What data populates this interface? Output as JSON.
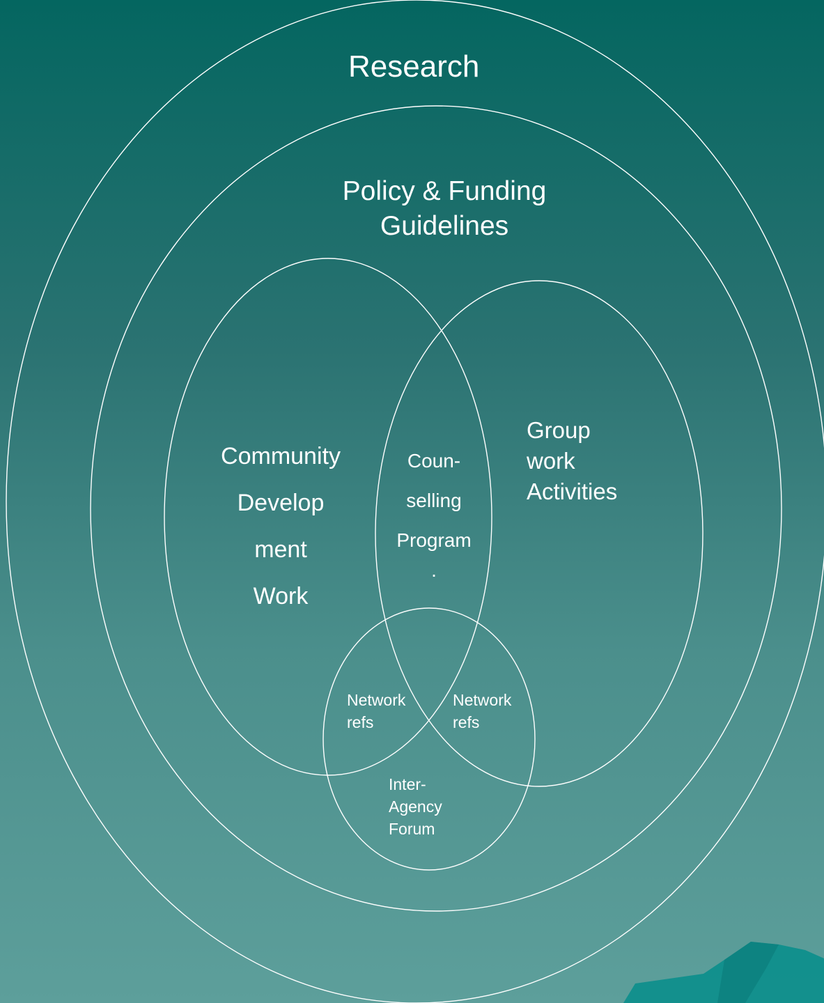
{
  "outer_ring": {
    "label": "Research"
  },
  "inner_ring": {
    "label_line1": "Policy & Funding",
    "label_line2": "Guidelines"
  },
  "left_ellipse": {
    "lines": [
      "Community",
      "Develop",
      "ment",
      "Work"
    ]
  },
  "right_ellipse": {
    "lines": [
      "Group",
      "work",
      "Activities"
    ]
  },
  "center_overlap": {
    "lines": [
      "Coun-",
      "selling",
      "Program",
      "."
    ]
  },
  "bottom_ellipse": {
    "lines": [
      "Inter-",
      "Agency",
      "Forum"
    ]
  },
  "left_intersection": {
    "lines": [
      "Network",
      "refs"
    ]
  },
  "right_intersection": {
    "lines": [
      "Network",
      "refs"
    ]
  },
  "colors": {
    "stroke": "#ffffff",
    "text": "#ffffff",
    "mountain": "#0f8f8c"
  }
}
